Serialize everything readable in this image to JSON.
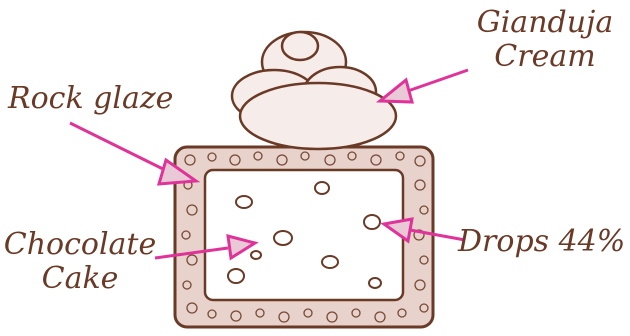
{
  "labels": {
    "gianduja_line1": "Gianduja",
    "gianduja_line2": "Cream",
    "rock_glaze": "Rock glaze",
    "chocolate_line1": "Chocolate",
    "chocolate_line2": "Cake",
    "drops": "Drops 44%"
  },
  "colors": {
    "arrow": "#e0339a",
    "arrowhead_fill": "#e9c9d6",
    "ink": "#6b3a26",
    "cream_fill": "#f6ece9",
    "crust_fill": "#e7d3cc"
  }
}
